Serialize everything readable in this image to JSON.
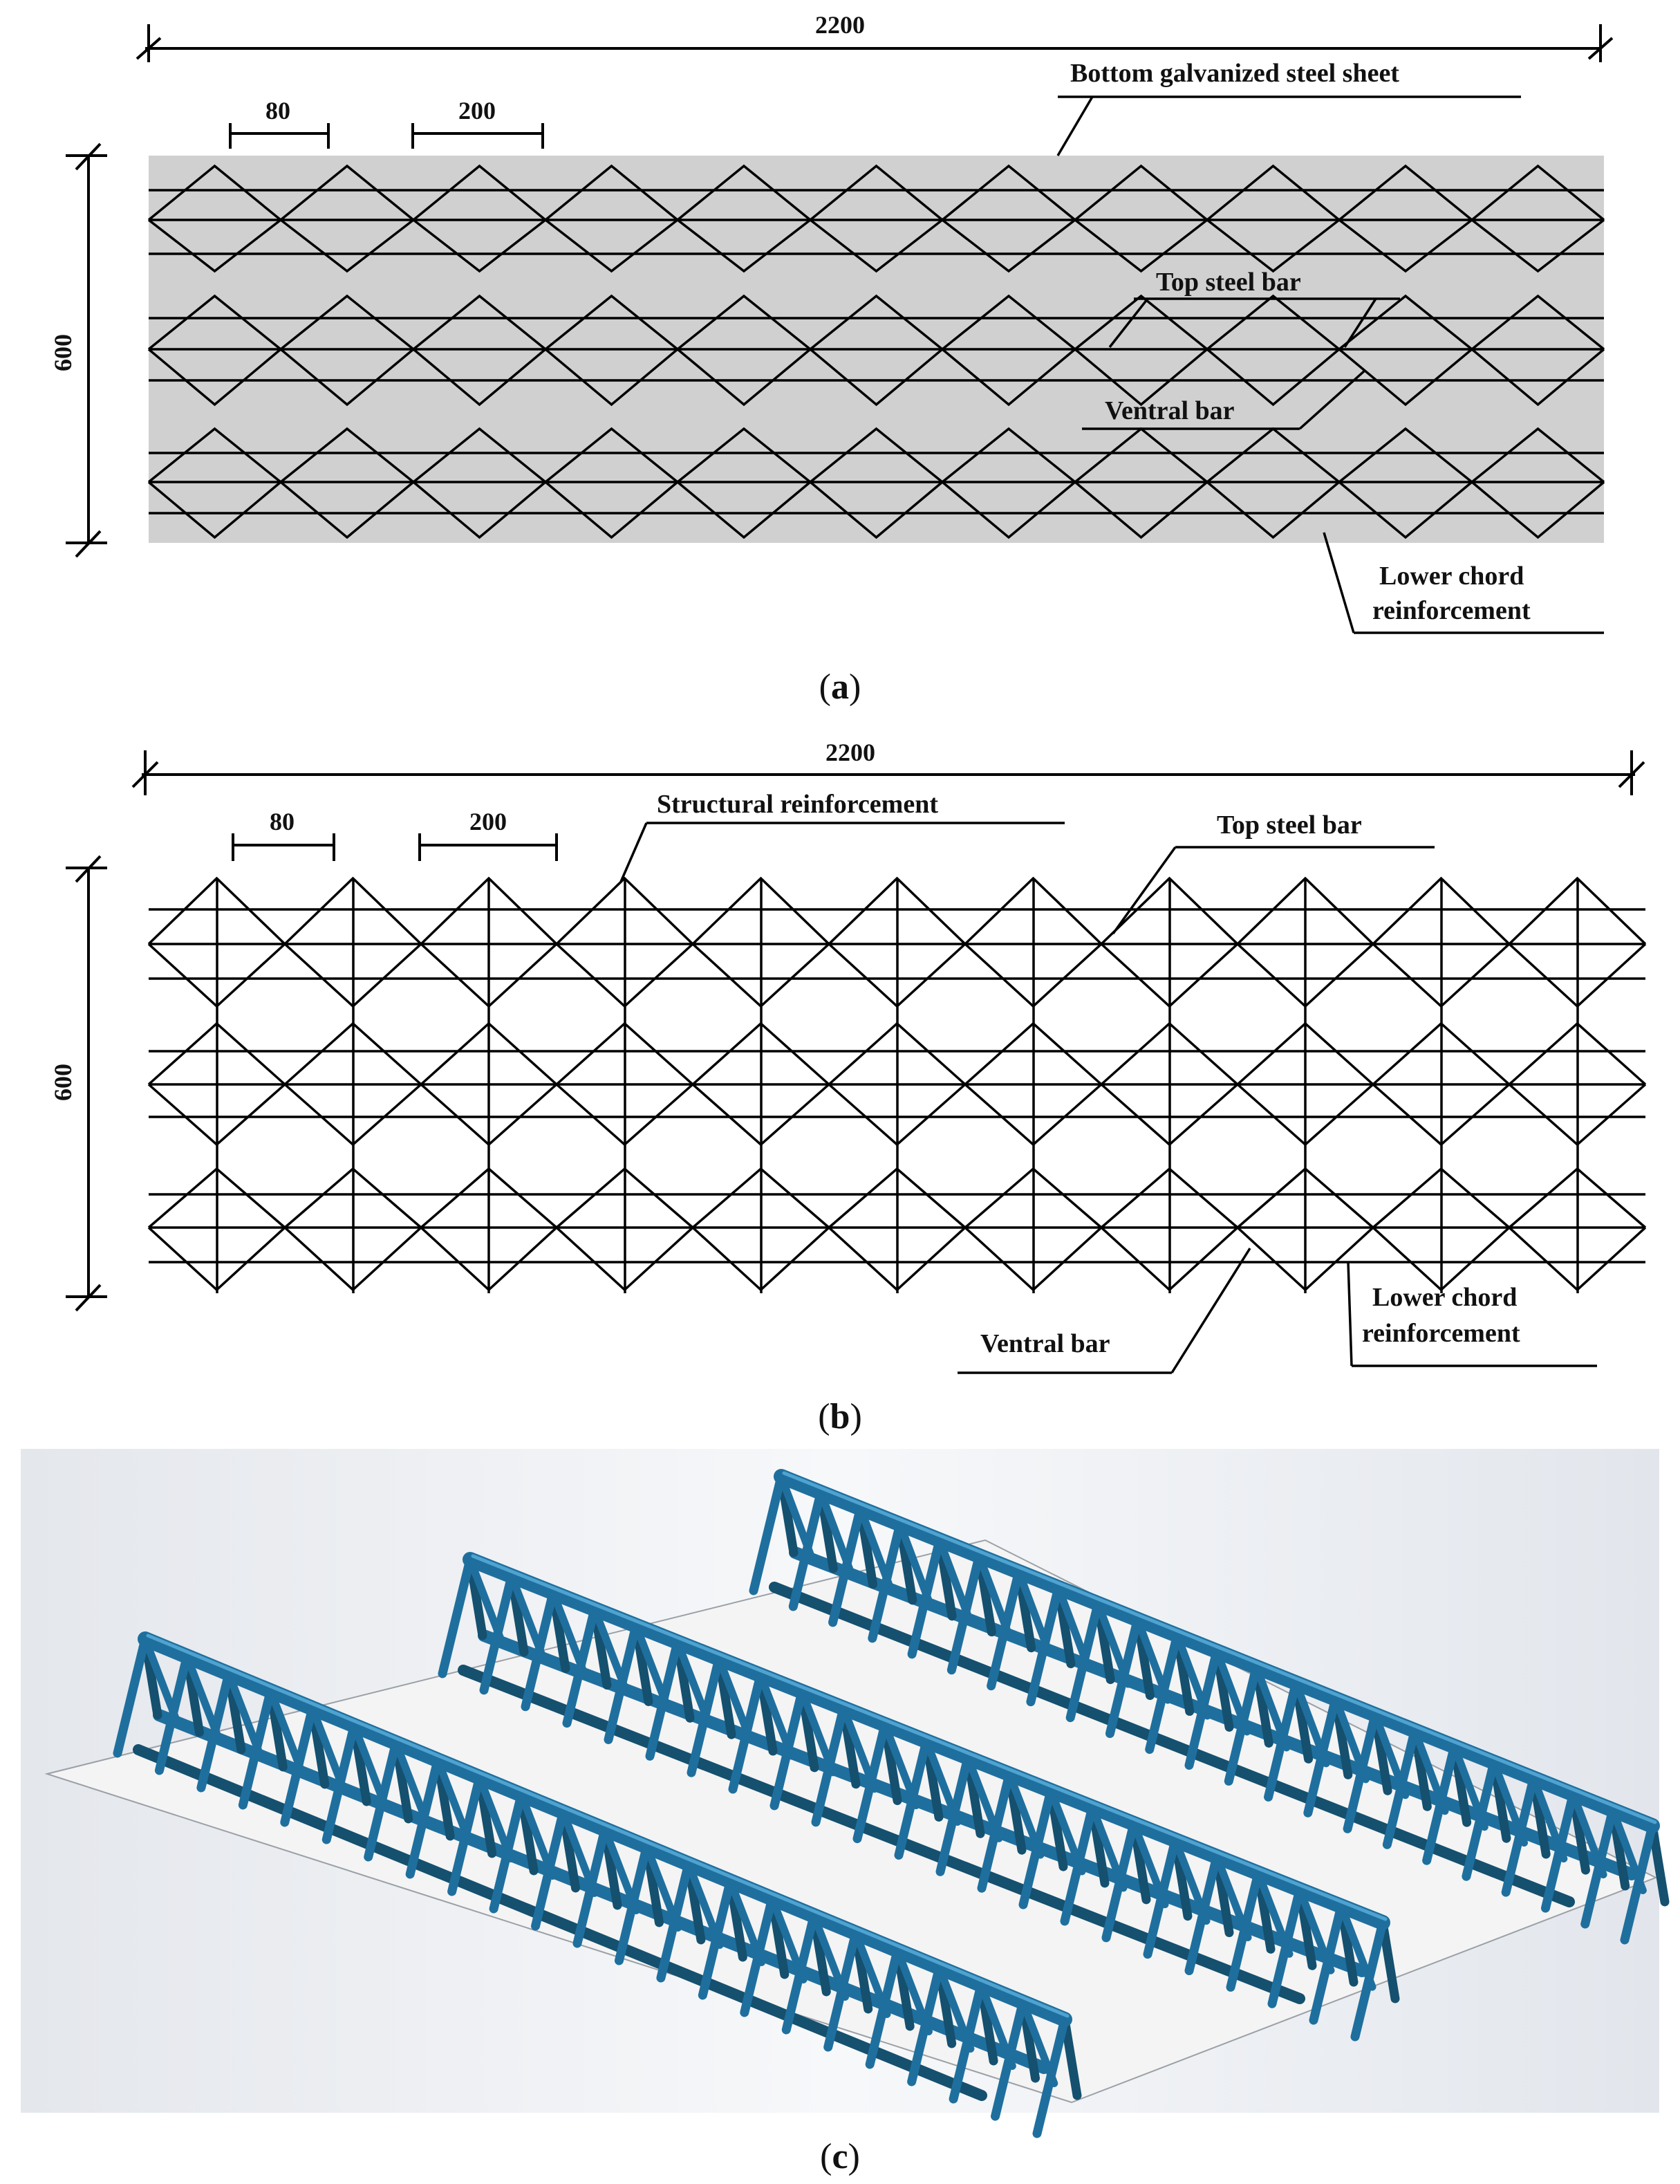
{
  "panel_a": {
    "caption_open": "(",
    "caption_letter": "a",
    "caption_close": ")",
    "overall_length": "2200",
    "width": "600",
    "spacing_1": "80",
    "spacing_2": "200",
    "labels": {
      "sheet": "Bottom galvanized steel sheet",
      "top_bar": "Top steel bar",
      "ventral": "Ventral bar",
      "lower_chord_1": "Lower chord",
      "lower_chord_2": "reinforcement"
    },
    "colors": {
      "sheet": "#d0d0d0",
      "line": "#000000"
    }
  },
  "panel_b": {
    "caption_open": "(",
    "caption_letter": "b",
    "caption_close": ")",
    "overall_length": "2200",
    "width": "600",
    "spacing_1": "80",
    "spacing_2": "200",
    "labels": {
      "structural": "Structural reinforcement",
      "top_bar": "Top steel bar",
      "ventral": "Ventral bar",
      "lower_chord_1": "Lower chord",
      "lower_chord_2": "reinforcement"
    }
  },
  "panel_c": {
    "caption_open": "(",
    "caption_letter": "c",
    "caption_close": ")",
    "colors": {
      "truss": "#1f6f9e",
      "truss_dark": "#15506f",
      "plate": "#f4f4f4"
    }
  }
}
